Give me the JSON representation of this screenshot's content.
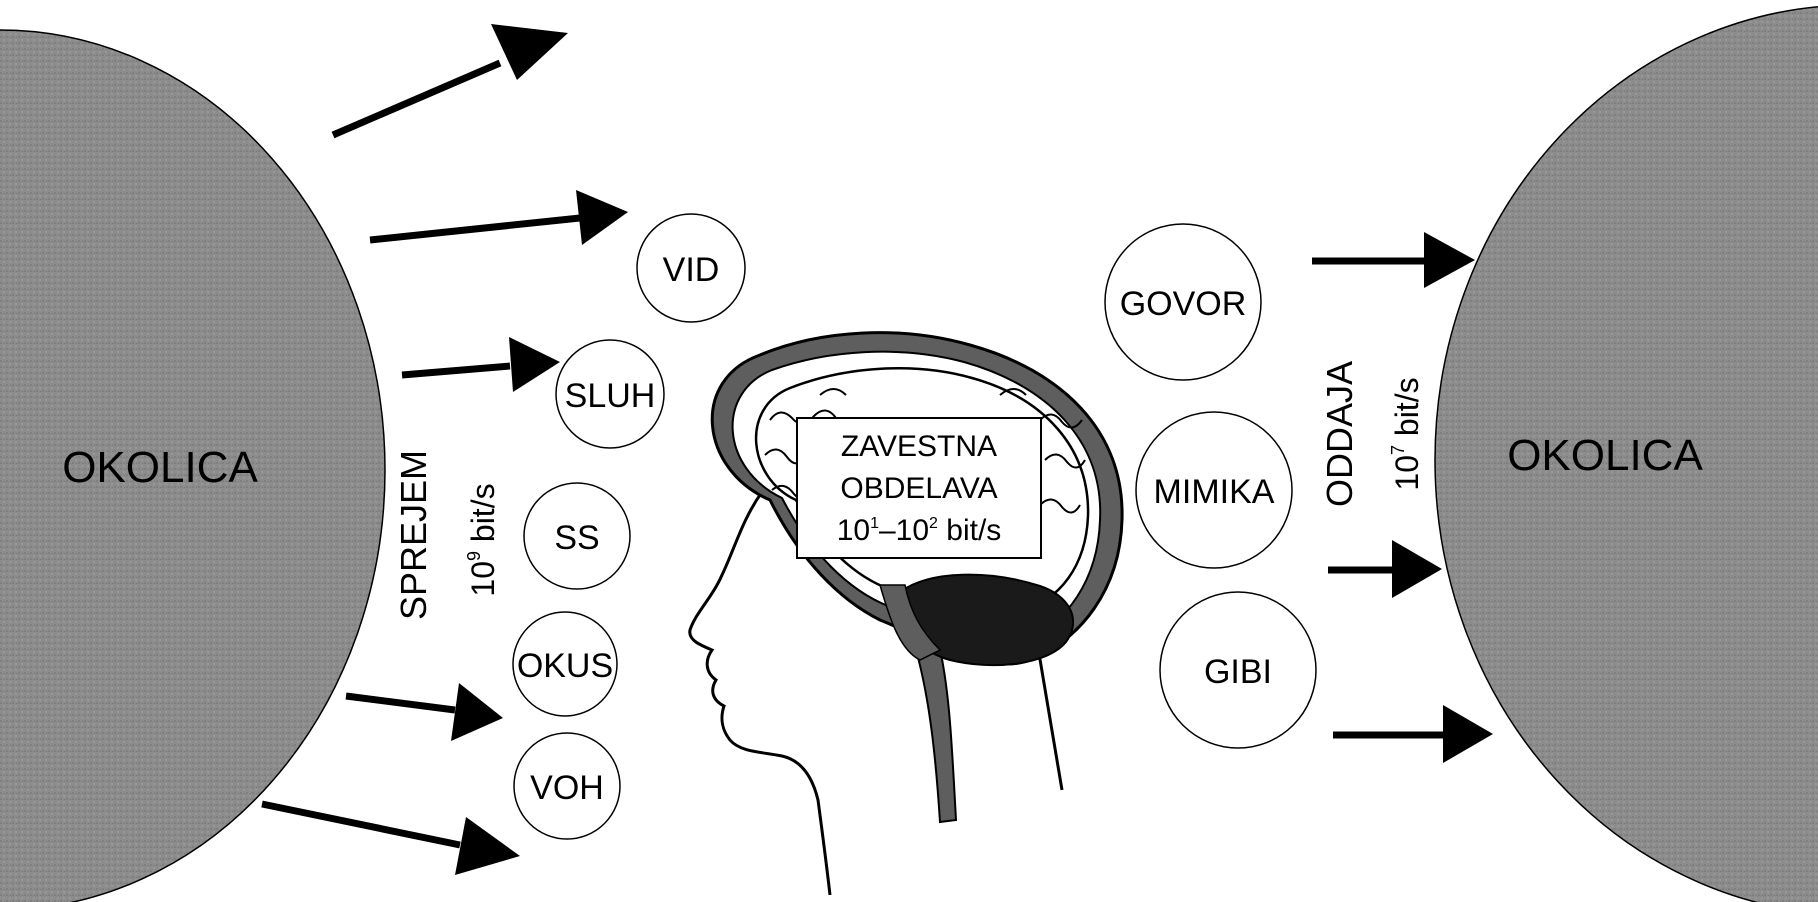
{
  "colors": {
    "environment_fill": "#8c8c8c",
    "environment_texture": "#7a7a7a",
    "brain_outer": "#5e5e5e",
    "cerebellum": "#1a1a1a",
    "stroke": "#000000",
    "background": "#ffffff"
  },
  "left_environment": {
    "label": "OKOLICA"
  },
  "right_environment": {
    "label": "OKOLICA"
  },
  "intake": {
    "label": "SPREJEM",
    "rate_base": "10",
    "rate_exp": "9",
    "rate_unit": " bit/s"
  },
  "output": {
    "label": "ODDAJA",
    "rate_base": "10",
    "rate_exp": "7",
    "rate_unit": " bit/s"
  },
  "senses": [
    {
      "label": "VID"
    },
    {
      "label": "SLUH"
    },
    {
      "label": "SS"
    },
    {
      "label": "OKUS"
    },
    {
      "label": "VOH"
    }
  ],
  "outputs": [
    {
      "label": "GOVOR"
    },
    {
      "label": "MIMIKA"
    },
    {
      "label": "GIBI"
    }
  ],
  "processing": {
    "line1": "ZAVESTNA",
    "line2": "OBDELAVA",
    "rate_a_base": "10",
    "rate_a_exp": "1",
    "dash": "–",
    "rate_b_base": "10",
    "rate_b_exp": "2",
    "rate_unit": " bit/s"
  },
  "icons": {
    "head": "human-head-profile-icon",
    "brain": "brain-icon",
    "arrow": "arrow-right-icon"
  }
}
